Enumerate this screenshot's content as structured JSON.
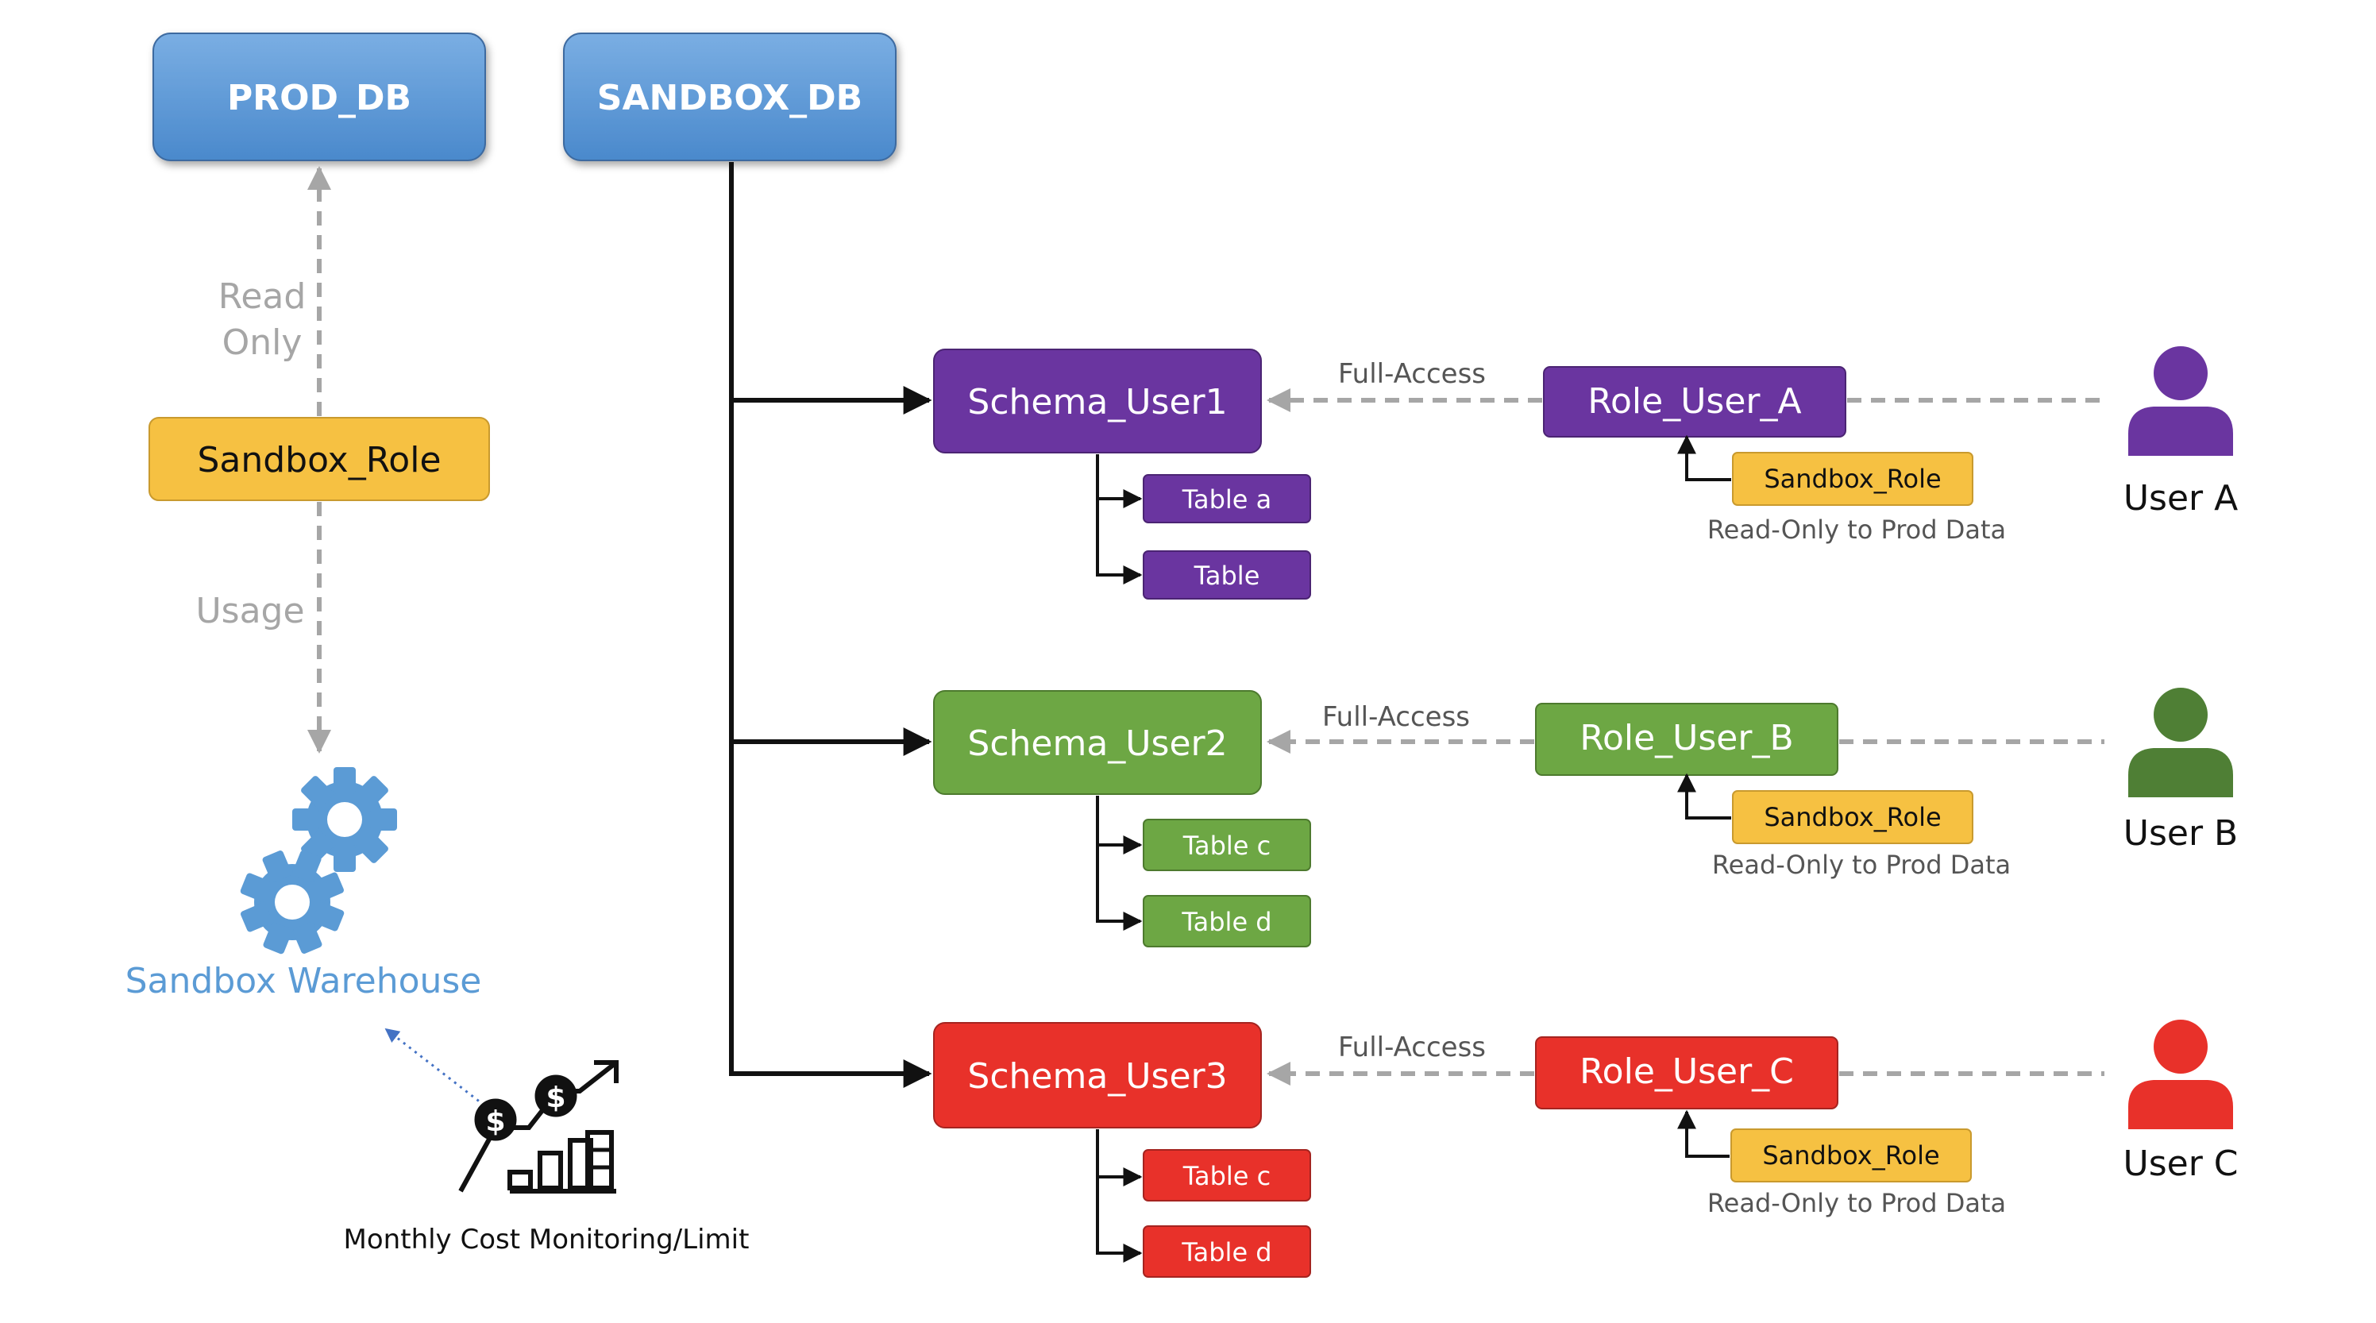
{
  "databases": {
    "prod": "PROD_DB",
    "sandbox": "SANDBOX_DB"
  },
  "left": {
    "read_only_line1": "Read",
    "read_only_line2": "Only",
    "sandbox_role": "Sandbox_Role",
    "usage": "Usage",
    "warehouse": "Sandbox Warehouse",
    "cost": "Monthly Cost Monitoring/Limit"
  },
  "users": [
    {
      "schema": "Schema_User1",
      "tables": [
        "Table a",
        "Table"
      ],
      "access": "Full-Access",
      "role": "Role_User_A",
      "sandbox_role": "Sandbox_Role",
      "role_note": "Read-Only to Prod Data",
      "user": "User A",
      "color": "#6a35a0"
    },
    {
      "schema": "Schema_User2",
      "tables": [
        "Table c",
        "Table d"
      ],
      "access": "Full-Access",
      "role": "Role_User_B",
      "sandbox_role": "Sandbox_Role",
      "role_note": "Read-Only to Prod Data",
      "user": "User B",
      "color": "#6da744"
    },
    {
      "schema": "Schema_User3",
      "tables": [
        "Table c",
        "Table d"
      ],
      "access": "Full-Access",
      "role": "Role_User_C",
      "sandbox_role": "Sandbox_Role",
      "role_note": "Read-Only to Prod Data",
      "user": "User C",
      "color": "#e8312a"
    }
  ],
  "colors": {
    "db_blue": "#5b9bd5",
    "role_yellow": "#f6c142",
    "user_green": "#4f7f35",
    "warehouse_blue": "#5b9bd5",
    "dashed_gray": "#a6a6a6"
  }
}
